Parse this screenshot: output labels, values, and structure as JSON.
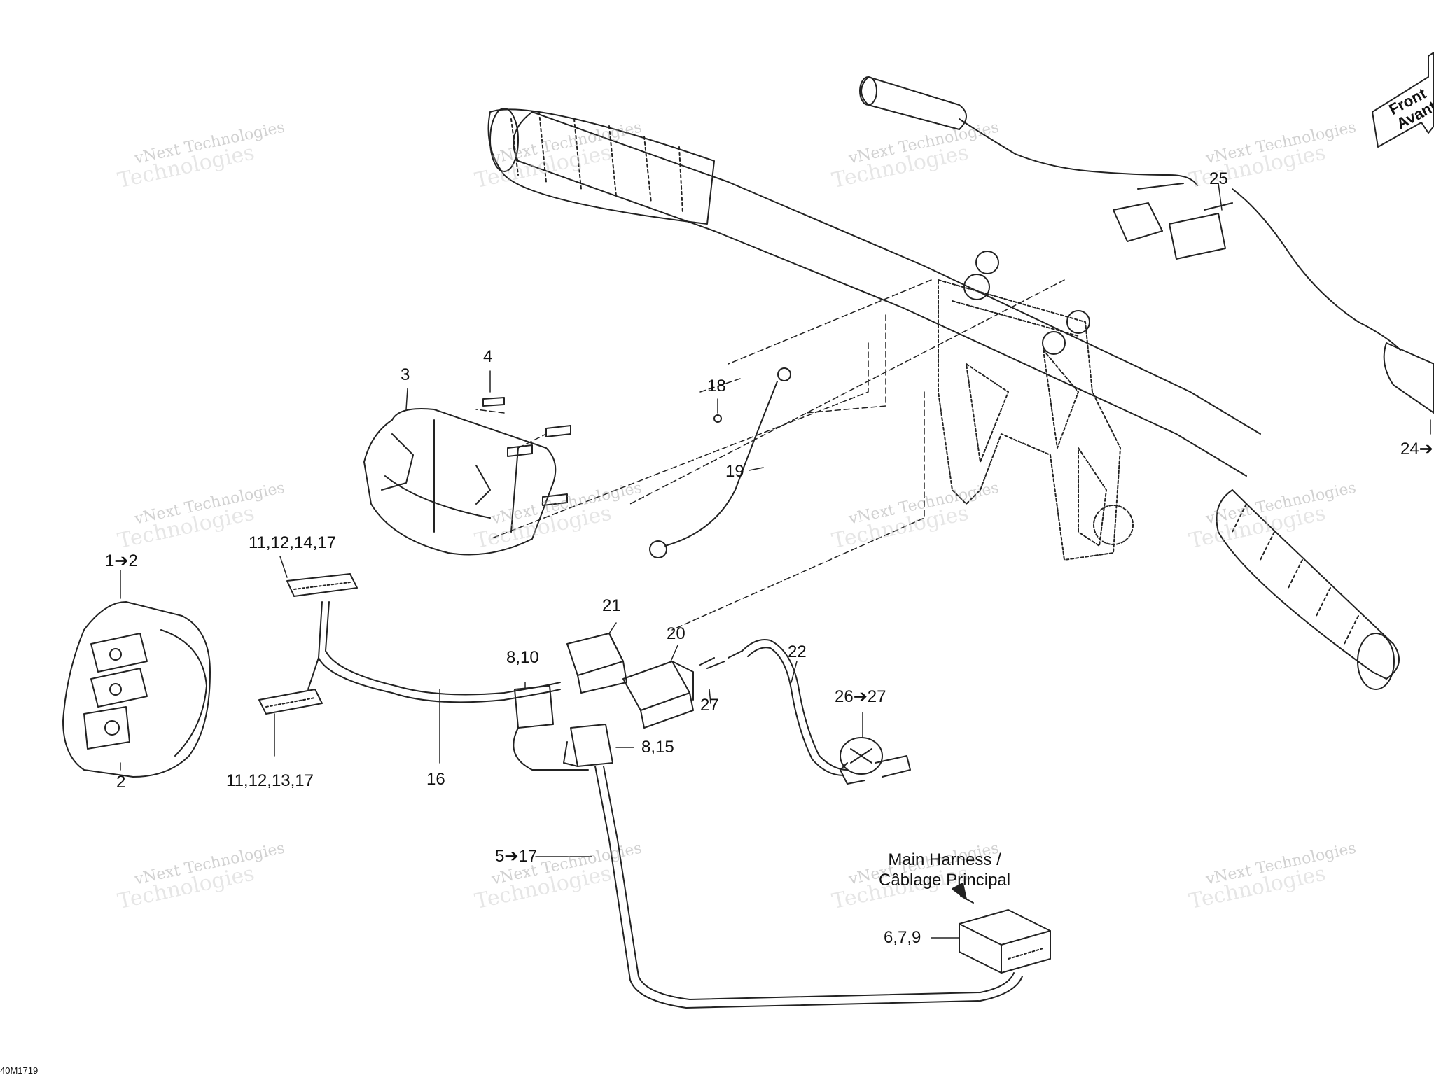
{
  "document": {
    "id": "40M1719",
    "watermark_line1": "vNext Technologies",
    "watermark_line2": "Technologies"
  },
  "orientation": {
    "line1": "Front",
    "line2": "Avant"
  },
  "main_harness": {
    "line1": "Main Harness /",
    "line2": "Câblage Principal"
  },
  "callouts": {
    "c1to2": "1➔2",
    "c2": "2",
    "c3": "3",
    "c4": "4",
    "c5to17": "5➔17",
    "c679": "6,7,9",
    "c810": "8,10",
    "c815": "8,15",
    "c11121417": "11,12,14,17",
    "c11121317": "11,12,13,17",
    "c16": "16",
    "c18": "18",
    "c19": "19",
    "c20": "20",
    "c21": "21",
    "c22": "22",
    "c24": "24➔",
    "c25": "25",
    "c26to27": "26➔27",
    "c27": "27"
  },
  "colors": {
    "line": "#222222",
    "watermark": "#9a9a9a",
    "background": "#ffffff"
  }
}
